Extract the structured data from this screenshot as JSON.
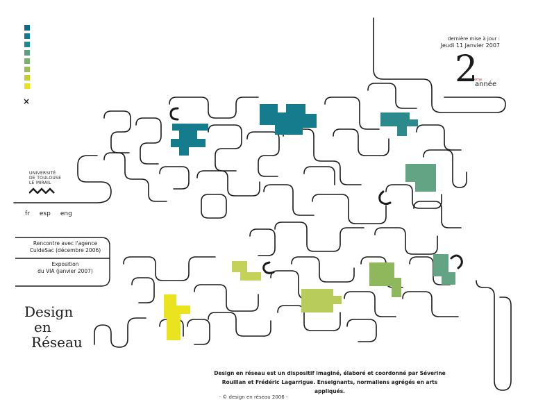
{
  "colors": {
    "swatches": [
      "#0e6b86",
      "#127a8c",
      "#1d8a8e",
      "#5c9e84",
      "#7ab06e",
      "#9dbd56",
      "#c5d02f",
      "#e8e41a"
    ],
    "teal": "#157c8d",
    "mint": "#63a484",
    "green": "#8fb85c",
    "lime": "#b7cc5a",
    "yellow": "#e9e41f",
    "line": "#1a1a1a"
  },
  "close_label": "×",
  "update": {
    "line1": "dernière mise à jour :",
    "line2": "Jeudi 11 Janvier 2007"
  },
  "annee": {
    "number": "2",
    "sup": "ème",
    "word": "année"
  },
  "logo": {
    "line1": "UNIVERSITÉ",
    "line2": "DE TOULOUSE",
    "line3": "LE MIRAIL",
    "icon": "mirail-zigzag-icon"
  },
  "languages": [
    "fr",
    "esp",
    "eng"
  ],
  "news": {
    "item1_line1": "Rencontre avec l'agence",
    "item1_line2": "CuldeSac (décembre 2006)",
    "item2_line1": "Exposition",
    "item2_line2": "du VIA (janvier 2007)"
  },
  "brand": {
    "line1": "esign",
    "line2": "en",
    "line3": "éseau",
    "cap1": "D",
    "cap3": "R"
  },
  "footer": {
    "line1": "Design en réseau est un dispositif imaginé, élaboré et coordonné par Séverine",
    "line2": "Rouillan et Frédéric Lagarrigue. Enseignants, normaliens agrégés en arts appliqués."
  },
  "copyright": "- © design en réseau 2006 -"
}
